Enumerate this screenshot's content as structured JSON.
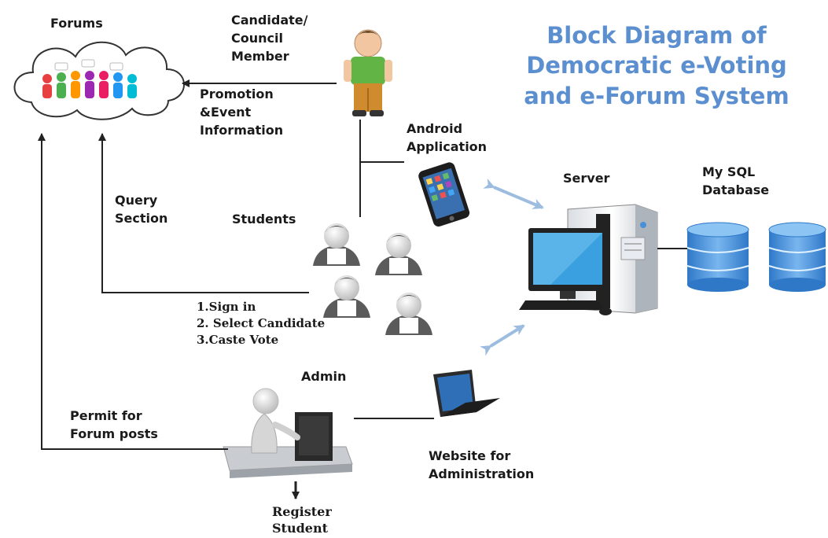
{
  "title": {
    "line1": "Block Diagram of",
    "line2": "Democratic e-Voting",
    "line3": "and  e-Forum System"
  },
  "labels": {
    "forums": "Forums",
    "candidate_line1": "Candidate/",
    "candidate_line2": "Council",
    "candidate_line3": "Member",
    "promotion_line1": "Promotion",
    "promotion_line2": "&Event",
    "promotion_line3": "Information",
    "android_line1": "Android",
    "android_line2": "Application",
    "server": "Server",
    "db_line1": "My SQL",
    "db_line2": "Database",
    "query_line1": "Query",
    "query_line2": "Section",
    "students": "Students",
    "steps_1": "1.Sign in",
    "steps_2": "2. Select Candidate",
    "steps_3": "3.Caste Vote",
    "admin": "Admin",
    "permit_line1": "Permit for",
    "permit_line2": "Forum posts",
    "website_line1": "Website for",
    "website_line2": "Administration",
    "register_line1": "Register",
    "register_line2": "Student"
  },
  "colors": {
    "title": "#5b8fcf",
    "database": "#4a90d9",
    "connector": "#222222",
    "double_arrow": "#9dbde0"
  },
  "icons": [
    "cloud-forums-icon",
    "candidate-person-icon",
    "smartphone-icon",
    "students-group-icon",
    "server-computer-icon",
    "database-cylinder-icon",
    "admin-computer-icon",
    "laptop-icon"
  ]
}
